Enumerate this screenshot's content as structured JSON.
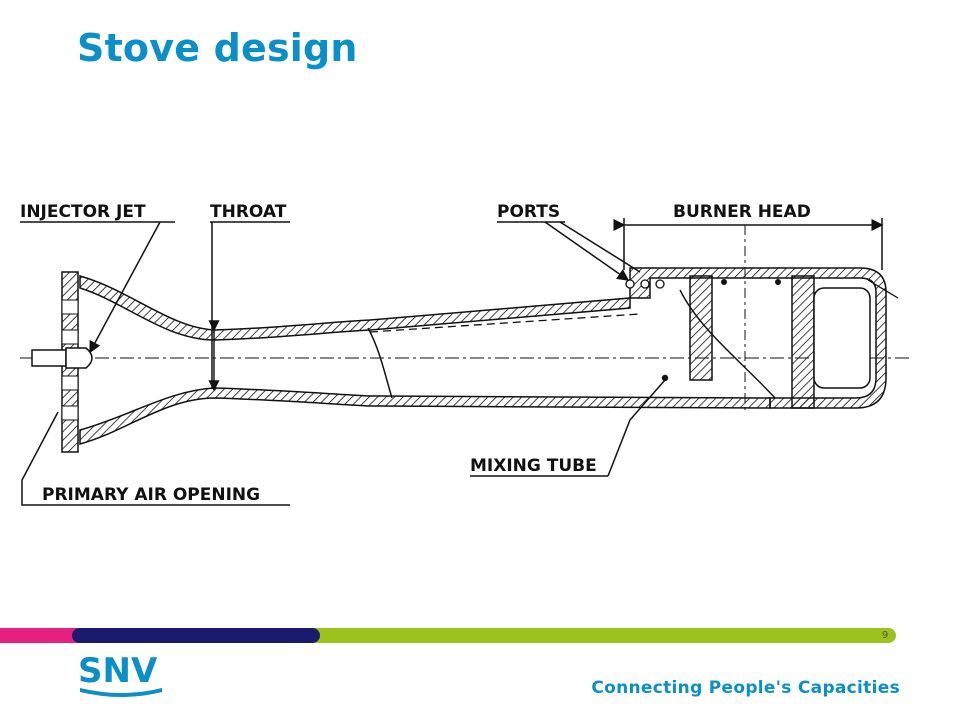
{
  "slide": {
    "title": "Stove design",
    "page_number": "9"
  },
  "diagram": {
    "labels": {
      "injector_jet": "INJECTOR JET",
      "throat": "THROAT",
      "ports": "PORTS",
      "burner_head": "BURNER HEAD",
      "mixing_tube": "MIXING TUBE",
      "primary_air_opening": "PRIMARY AIR OPENING"
    }
  },
  "footer": {
    "logo_text": "SNV",
    "tagline": "Connecting People's Capacities",
    "colors": {
      "pink": "#e5207e",
      "navy": "#1a1a6e",
      "green": "#9bc31c",
      "brand_blue": "#0b8fc8"
    }
  }
}
